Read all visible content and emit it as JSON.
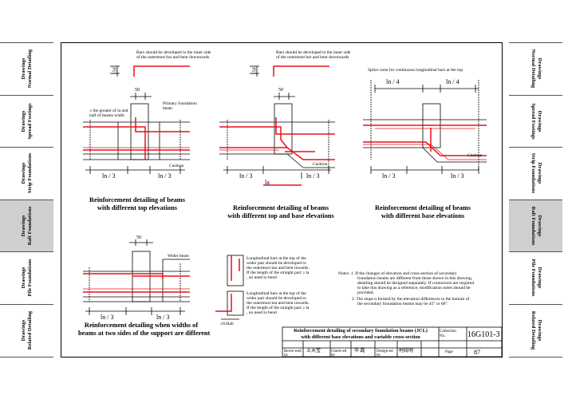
{
  "tabs_left": [
    {
      "l1": "Drawings",
      "l2": "Normal Detailing",
      "selected": false
    },
    {
      "l1": "Drawings",
      "l2": "Spread Footings",
      "selected": false
    },
    {
      "l1": "Drawings",
      "l2": "Strip Foundations",
      "selected": false
    },
    {
      "l1": "Drawings",
      "l2": "Raft Foundations",
      "selected": true
    },
    {
      "l1": "Drawings",
      "l2": "Pile Foundations",
      "selected": false
    },
    {
      "l1": "Drawings",
      "l2": "Related Detailing",
      "selected": false
    }
  ],
  "tabs_right": [
    {
      "l1": "Drawings",
      "l2": "Normal Detailing",
      "selected": false
    },
    {
      "l1": "Drawings",
      "l2": "Spread Footings",
      "selected": false
    },
    {
      "l1": "Drawings",
      "l2": "Strip Foundations",
      "selected": false
    },
    {
      "l1": "Drawings",
      "l2": "Raft Foundations",
      "selected": true
    },
    {
      "l1": "Drawings",
      "l2": "Pile Foundations",
      "selected": false
    },
    {
      "l1": "Drawings",
      "l2": "Related Detailing",
      "selected": false
    }
  ],
  "d1": {
    "note1": "Bars should be developed to the inner side",
    "note2": "of the outermost bar and bent downwards",
    "greater1": "≥ the greater of la and",
    "greater2": "half of beams width",
    "primary1": "Primary foundation",
    "primary2": "beam",
    "cushion": "Cushion",
    "dim50": "50",
    "dim15": "15d",
    "lnl": "ln / 3",
    "lnr": "ln / 3",
    "caption1": "Reinforcement detailing of beams",
    "caption2": "with different top elevations"
  },
  "d2": {
    "note1": "Bars should be developed to the inner side",
    "note2": "of the outermost bar and bent downwards",
    "cushion": "Cushion",
    "dim50": "50",
    "dim15": "15d",
    "lnl": "ln / 3",
    "lnr": "ln / 3",
    "la": "la",
    "caption1": "Reinforcement detailing of beams",
    "caption2": "with different top and base elevations"
  },
  "d3": {
    "splice": "Splice zone for continuous longitudinal bars at the top",
    "ln4l": "ln / 4",
    "ln4r": "ln / 4",
    "cushion": "Cushion",
    "lnl": "ln / 3",
    "lnr": "ln / 3",
    "caption1": "Reinforcement detailing of beams",
    "caption2": "with different base elevations"
  },
  "d4": {
    "wider": "Wider beam",
    "dim50": "50",
    "lnl": "ln / 3",
    "lnr": "ln / 3",
    "caption1": "Reinforcement detailing when widths of",
    "caption2": "beams at two sides of the support are different"
  },
  "legend": {
    "a1": "Longitudinal bars at the top of the",
    "a2": "wider part should be developed to",
    "a3": "the outermost bar and bent inwards.",
    "a4": "If the length of the straight part ≥ la",
    "a5": ", no need to bend",
    "b1": "Longitudinal bars at the top of the",
    "b2": "wider part should be developed to",
    "b3": "the outermost bar and bent inwards.",
    "b4": "If the length of the straight part ≥ la",
    "b5": ", no need to bend",
    "b6": "≥0.6lab"
  },
  "notes": {
    "n1": "Notes: 1. If the changes of elevation and cross-section of secondary",
    "n2": "foundation beams are different from those shown in this drawing,",
    "n3": "detailing should be designed separately. If contractors are required",
    "n4": "to take this drawing as a reference, modification notes should be",
    "n5": "provided.",
    "n6": "2. The slope α formed by the elevation differences in the bottom of",
    "n7": "the secondary foundation beams may be 45° or 60°."
  },
  "titleblock": {
    "title1": "Reinforcement detailing of secondary foundation beams (JCL)",
    "title2": "with different base elevations and variable cross-section",
    "coll1": "Collection",
    "coll2": "No.",
    "code": "16G101-3",
    "reviewed": "Revie-wed by",
    "reviewer": "王天宝",
    "checked": "Check-ed by",
    "checker": "毕 磊",
    "designed": "Design-ed by",
    "designer": "柯晓明",
    "page_label": "Page",
    "page": "87"
  },
  "colors": {
    "rebar": "#e8101a",
    "line": "#000000",
    "selected_tab": "#cfcfcf"
  }
}
